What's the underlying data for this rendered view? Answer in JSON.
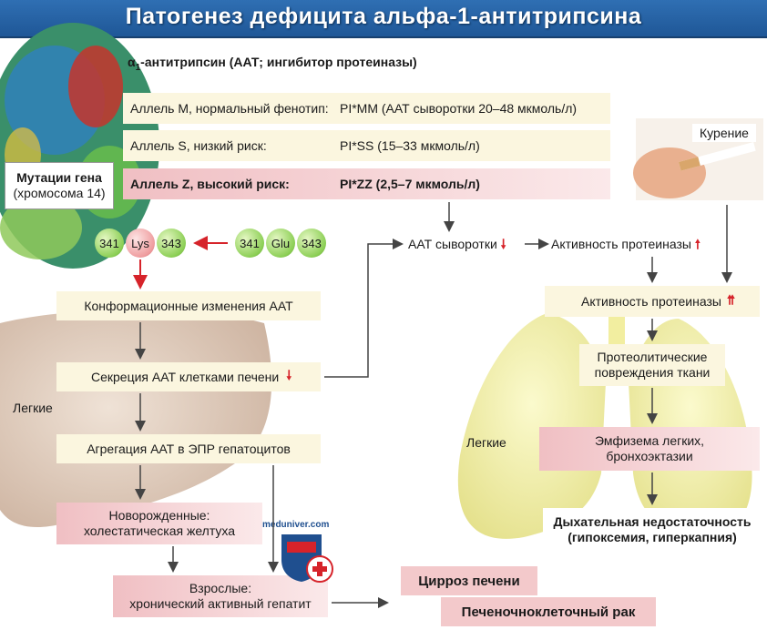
{
  "title": "Патогенез дефицита альфа-1-антитрипсина",
  "aat_header": {
    "prefix": "α",
    "sub": "1",
    "rest": "-антитрипсин (ААТ; ингибитор протеиназы)"
  },
  "alleles": [
    {
      "name": "Аллель М, нормальный фенотип:",
      "value": "PI*MM (ААТ сыворотки 20–48 мкмоль/л)"
    },
    {
      "name": "Аллель S, низкий риск:",
      "value": "PI*SS (15–33 мкмоль/л)"
    },
    {
      "name": "Аллель Z, высокий риск:",
      "value": "PI*ZZ (2,5–7 мкмоль/л)"
    }
  ],
  "mutation": {
    "title": "Мутации гена",
    "subtitle": "(хромосома 14)"
  },
  "residues_lys": [
    "341",
    "Lys",
    "343"
  ],
  "residues_glu": [
    "341",
    "Glu",
    "343"
  ],
  "smoking_label": "Курение",
  "lung_label_left": "Легкие",
  "lung_label_right": "Легкие",
  "left_flow": {
    "conformational": "Конформационные изменения ААТ",
    "secretion": "Секреция ААТ  клетками печени",
    "aggregation": "Агрегация ААТ в ЭПР гепатоцитов",
    "newborn_1": "Новорожденные:",
    "newborn_2": "холестатическая желтуха",
    "adult_1": "Взрослые:",
    "adult_2": "хронический активный гепатит"
  },
  "right_flow": {
    "serum_aat": "ААТ сыворотки",
    "protease_activity": "Активность протеиназы",
    "protease_activity_2": "Активность протеиназы",
    "proteolytic_1": "Протеолитические",
    "proteolytic_2": "повреждения ткани",
    "emphysema_1": "Эмфизема легких,",
    "emphysema_2": "бронхоэктазии",
    "resp_failure_1": "Дыхательная недостаточность",
    "resp_failure_2": "(гипоксемия, гиперкапния)"
  },
  "outcomes": {
    "cirrhosis": "Цирроз печени",
    "hcc": "Печеночноклеточный рак"
  },
  "watermark": "meduniver.com",
  "colors": {
    "title_bar": "#2361a5",
    "cream_box": "#fbf6df",
    "pink_box": "#f3c9cb",
    "arrow_red": "#d6232a",
    "ball_green": "#8ccf55",
    "lung_yellow": "#f2f0a8",
    "liver_tan": "#d9c6b6"
  }
}
